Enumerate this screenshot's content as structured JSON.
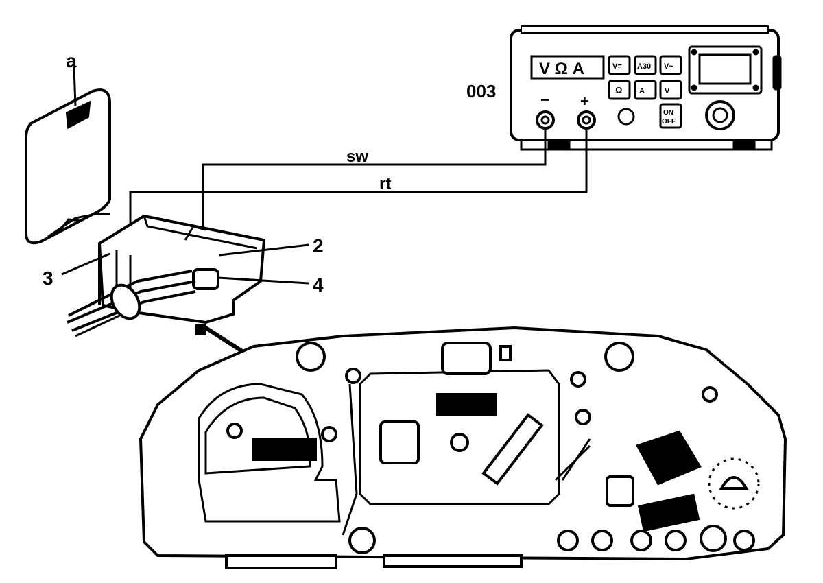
{
  "callouts": {
    "a": "a",
    "item_2": "2",
    "item_3": "3",
    "item_4": "4",
    "tester_id": "003"
  },
  "wires": {
    "black": "sw",
    "red": "rt"
  },
  "tester": {
    "mode_label": "V Ω A",
    "btn_v_dc": "V=",
    "btn_a30": "A30",
    "btn_v_ac": "V~",
    "btn_ohm": "Ω",
    "btn_a": "A",
    "btn_v_diode": "V",
    "btn_on": "ON",
    "btn_off": "OFF",
    "minus": "−",
    "plus": "+"
  },
  "colors": {
    "line": "#000000",
    "background": "#ffffff"
  }
}
